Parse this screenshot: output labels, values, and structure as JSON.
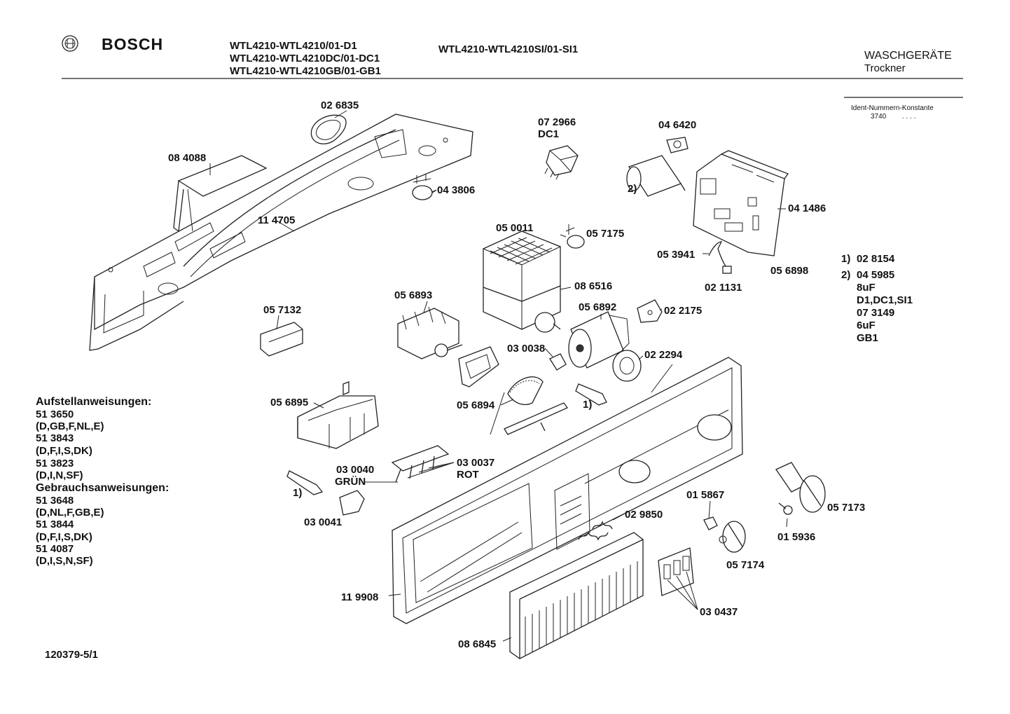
{
  "header": {
    "brand": "BOSCH",
    "models_left": [
      "WTL4210-WTL4210/01-D1",
      "WTL4210-WTL4210DC/01-DC1",
      "WTL4210-WTL4210GB/01-GB1"
    ],
    "model_right": "WTL4210-WTL4210SI/01-SI1",
    "category": "WASCHGERÄTE",
    "subcategory": "Trockner",
    "ident_label": "Ident-Nummern-Konstante",
    "ident_value": "3740",
    "ident_dots": ". . . ."
  },
  "parts": {
    "p026835": "02 6835",
    "p084088": "08 4088",
    "p114705": "11 4705",
    "p043806": "04 3806",
    "p072966": "07 2966",
    "p072966_variant": "DC1",
    "p046420": "04 6420",
    "p041486": "04 1486",
    "p_note2": "2)",
    "p050011": "05 0011",
    "p057175": "05 7175",
    "p053941": "05 3941",
    "p056898": "05 6898",
    "p021131": "02 1131",
    "p086516": "08 6516",
    "p056893": "05 6893",
    "p057132": "05 7132",
    "p056892": "05 6892",
    "p022175": "02 2175",
    "p030038": "03 0038",
    "p022294": "02 2294",
    "p056894": "05 6894",
    "p_note1a": "1)",
    "p056895": "05 6895",
    "p030040": "03 0040",
    "p030040_color": "GRÜN",
    "p030037": "03 0037",
    "p030037_color": "ROT",
    "p_note1b": "1)",
    "p030041": "03 0041",
    "p015867": "01 5867",
    "p029850": "02 9850",
    "p057173": "05 7173",
    "p015936": "01 5936",
    "p057174": "05 7174",
    "p119908": "11 9908",
    "p030437": "03 0437",
    "p086845": "08 6845"
  },
  "notes": {
    "n1_key": "1)",
    "n1_val": "02 8154",
    "n2_key": "2)",
    "n2_val": "04 5985",
    "n2_l1": "8uF",
    "n2_l2": "D1,DC1,SI1",
    "n2_l3": "07 3149",
    "n2_l4": "6uF",
    "n2_l5": "GB1"
  },
  "instructions": {
    "setup_title": "Aufstellanweisungen:",
    "setup": [
      "51 3650",
      "(D,GB,F,NL,E)",
      "51 3843",
      "(D,F,I,S,DK)",
      "51 3823",
      "(D,I,N,SF)"
    ],
    "use_title": "Gebrauchsanweisungen:",
    "use": [
      "51 3648",
      "(D,NL,F,GB,E)",
      "51 3844",
      "(D,F,I,S,DK)",
      "51 4087",
      "(D,I,S,N,SF)"
    ]
  },
  "footer": {
    "doc_number": "120379-5/1"
  }
}
